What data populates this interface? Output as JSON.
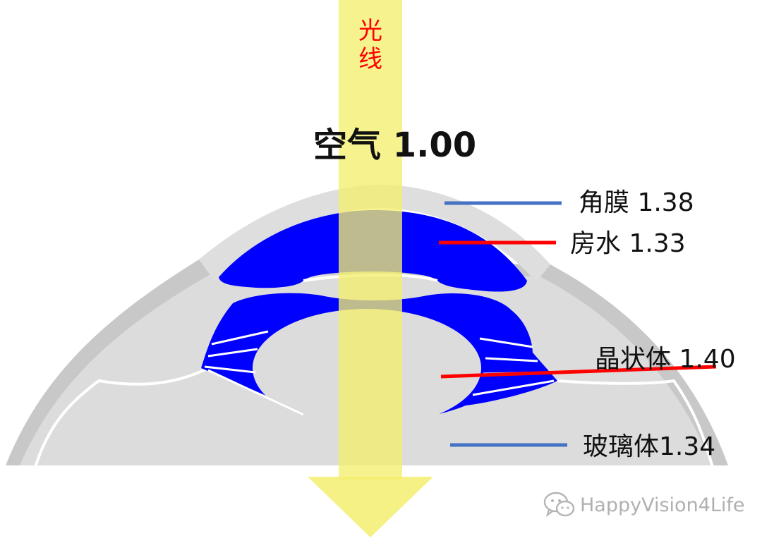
{
  "labels": {
    "light": "光线",
    "air": "空气 1.00",
    "cornea": "角膜 1.38",
    "aqueous": "房水 1.33",
    "lens": "晶状体 1.40",
    "vitreous": "玻璃体1.34"
  },
  "watermark": {
    "text": "HappyVision4Life",
    "icon": "wechat-icon"
  },
  "colors": {
    "light_beam": "#f3ef6e",
    "aqueous_fill": "#0000ff",
    "eye_tissue": "#d9d9d9",
    "sclera_ring": "#c6c6c6",
    "cornea_line": "#4472c4",
    "aqueous_line": "#ff0000",
    "lens_line": "#ff0000",
    "vitreous_line": "#4472c4",
    "light_text": "#ff0000"
  }
}
